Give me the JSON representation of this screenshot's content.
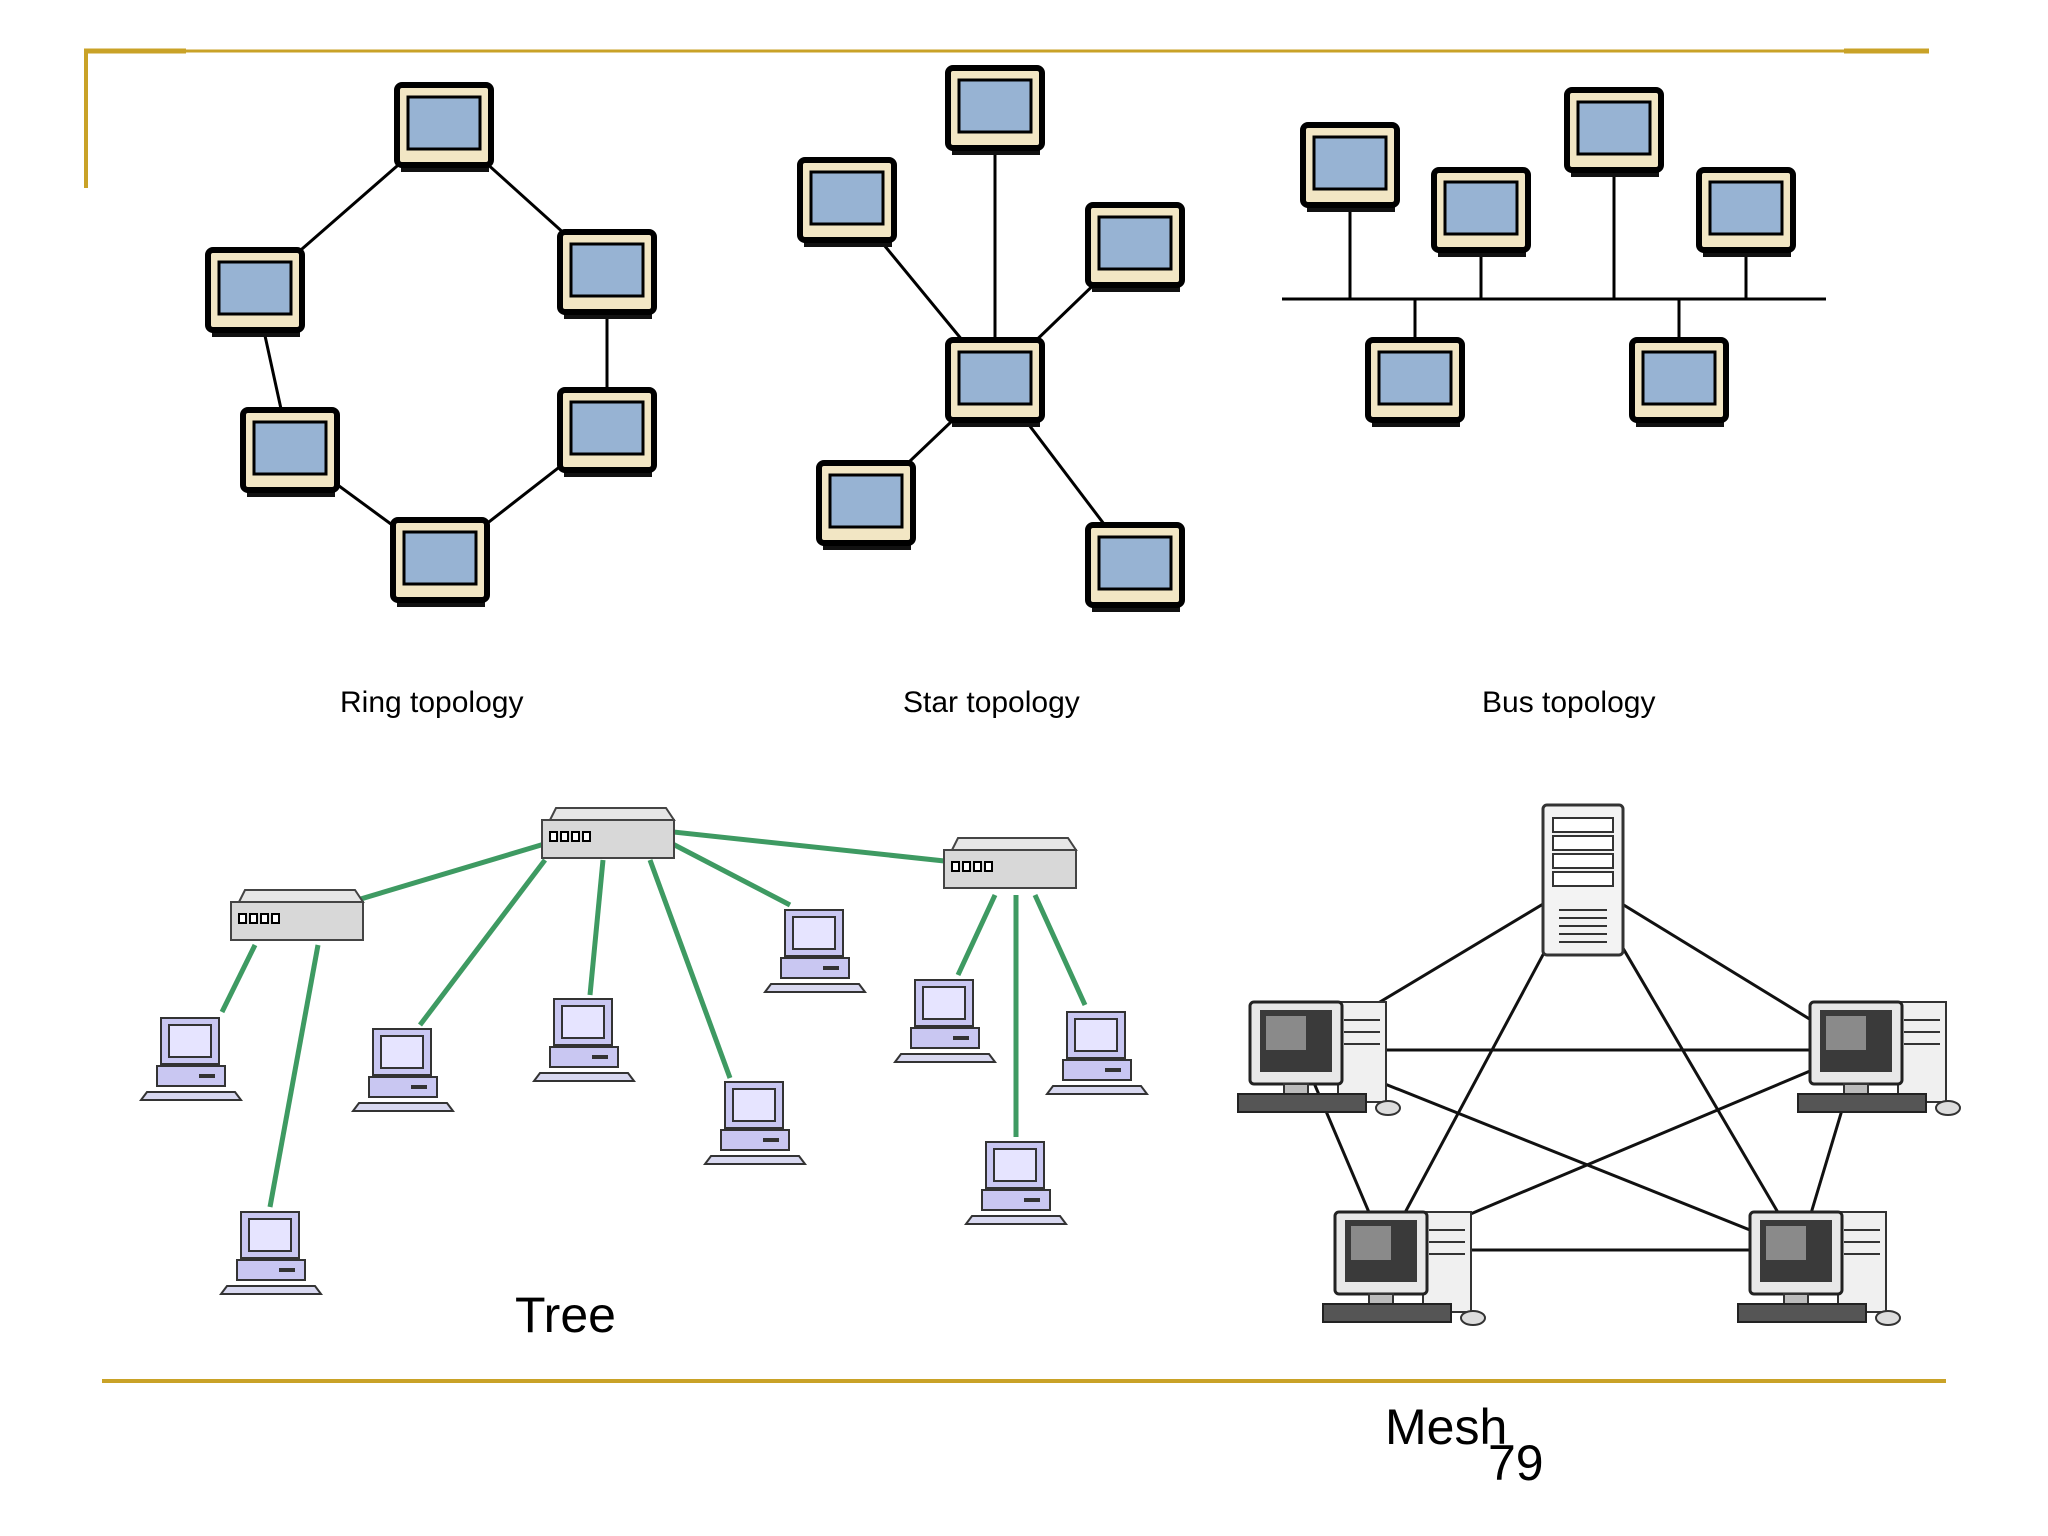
{
  "labels": {
    "ring": "Ring topology",
    "star": "Star topology",
    "bus": "Bus topology",
    "tree": "Tree",
    "mesh": "Mesh",
    "page_number": "79"
  },
  "colors": {
    "frame_gold": "#C9A227",
    "monitor_screen": "#97B3D3",
    "monitor_bezel": "#F2E6C4",
    "tree_link_green": "#3E9A62",
    "pc_purple": "#C9C7F2",
    "hub_gray": "#D6D6D6"
  },
  "icons": {
    "monitor": "crt-monitor-icon",
    "hub": "network-hub-icon",
    "tree_pc": "desktop-computer-icon",
    "server": "server-tower-icon",
    "mesh_pc": "workstation-icon"
  }
}
